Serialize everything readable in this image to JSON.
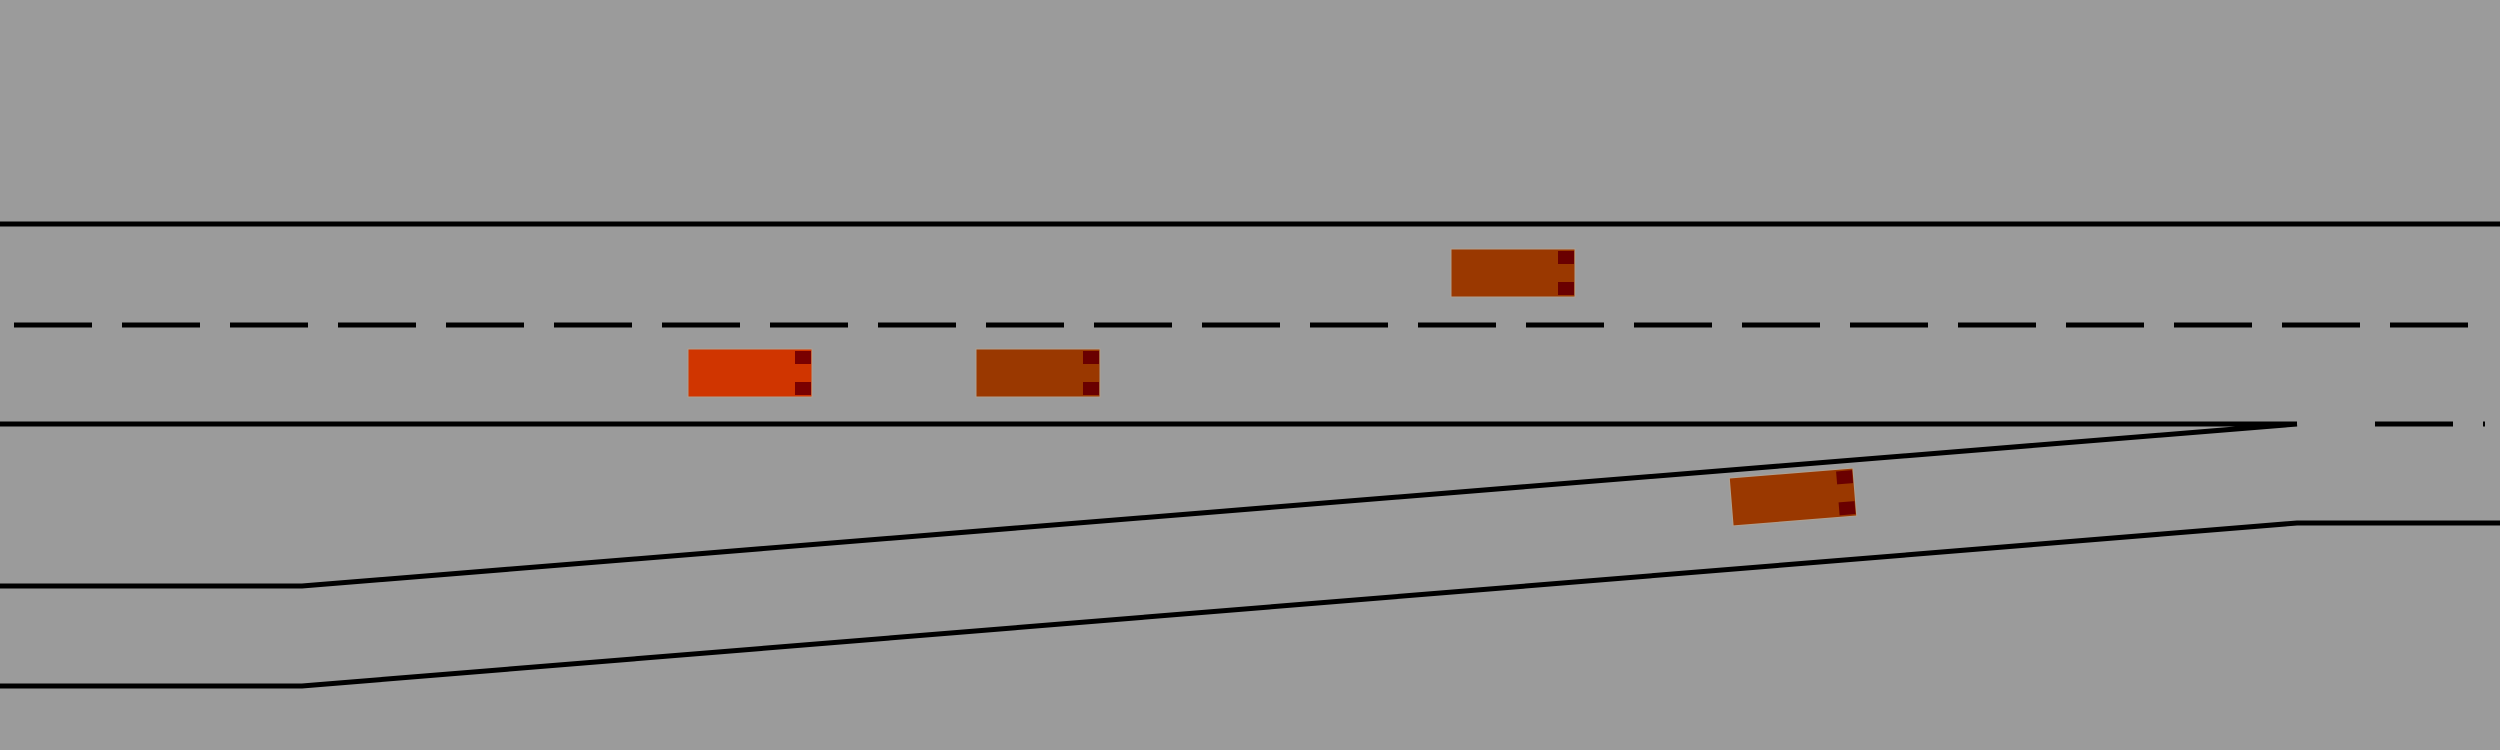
{
  "scene": {
    "background_color": "#9b9b9b",
    "lane_marking_color": "#000000"
  },
  "vehicles": [
    {
      "id": "ego",
      "role": "ego",
      "body_color": "#d03500",
      "light_color": "#7a0000",
      "heading": "right"
    },
    {
      "id": "car-2",
      "role": "other",
      "body_color": "#9a3800",
      "light_color": "#6a0000",
      "heading": "right"
    },
    {
      "id": "car-3",
      "role": "other",
      "body_color": "#9a3800",
      "light_color": "#6a0000",
      "heading": "right"
    },
    {
      "id": "car-4",
      "role": "other",
      "body_color": "#9a3800",
      "light_color": "#6a0000",
      "heading": "right-merging"
    }
  ]
}
